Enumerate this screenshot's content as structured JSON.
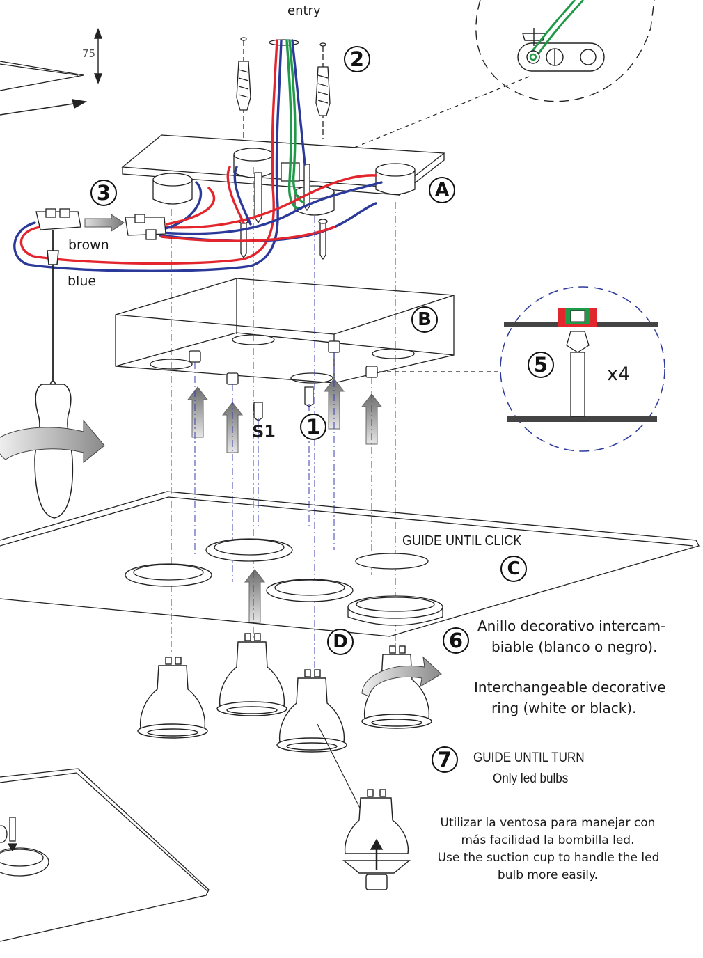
{
  "labels": {
    "entry": "entry",
    "dimension": "75",
    "brown": "brown",
    "blue": "blue",
    "s1": "S1",
    "x4": "x4",
    "guide_click": "GUIDE UNTIL CLICK",
    "ring_es_1": "Anillo decorativo intercam-",
    "ring_es_2": "biable (blanco o negro).",
    "ring_en_1": "Interchangeable decorative",
    "ring_en_2": "ring (white or black).",
    "guide_turn": "GUIDE UNTIL TURN",
    "only_led": "Only led bulbs",
    "suction_1": "Utilizar la ventosa para manejar con",
    "suction_2": "más facilidad la bombilla led.",
    "suction_3": "Use the suction cup to handle the led",
    "suction_4": "bulb more easily."
  },
  "steps": [
    "1",
    "2",
    "3",
    "5",
    "6",
    "7"
  ],
  "parts": [
    "A",
    "B",
    "C",
    "D"
  ],
  "colors": {
    "wire_red": "#e3262d",
    "wire_blue": "#2b3a9a",
    "wire_green": "#1f9a48",
    "line": "#222222",
    "guide": "#3b3bb0",
    "arrow_fill": "#9a9a9a"
  }
}
